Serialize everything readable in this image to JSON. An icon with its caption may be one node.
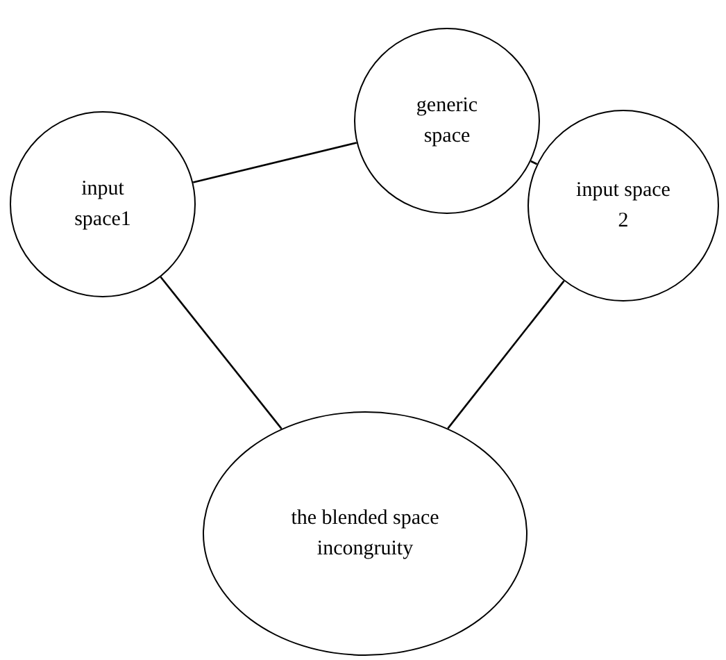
{
  "diagram": {
    "nodes": [
      {
        "text": [
          "generic space"
        ]
      },
      {
        "text": [
          "input space1"
        ]
      },
      {
        "text": [
          "input space 2"
        ]
      },
      {
        "text": [
          "the blended space incongruity"
        ]
      }
    ],
    "edges": [
      {
        "from": 0,
        "to": 1,
        "arrow": "none"
      },
      {
        "from": 0,
        "to": 2,
        "arrow": "none"
      },
      {
        "from": 1,
        "to": 3,
        "arrow": "none"
      },
      {
        "from": 2,
        "to": 3,
        "arrow": "none"
      }
    ]
  }
}
